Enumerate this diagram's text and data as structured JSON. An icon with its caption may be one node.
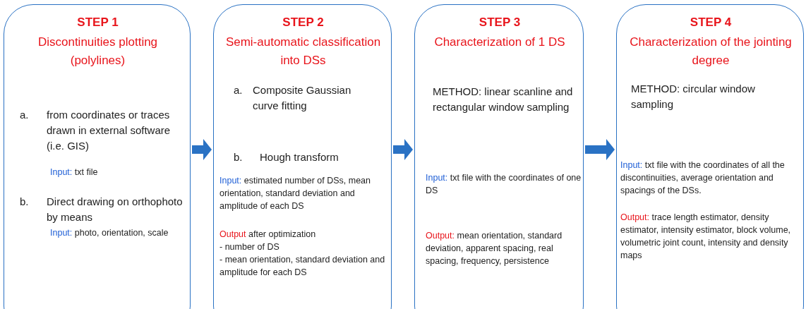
{
  "diagram": {
    "nodes": [
      {
        "text": [
          "STEP 1",
          "Discontinuities plotting (polylines)",
          "a.",
          "from coordinates or traces drawn in external software (i.e. GIS)",
          "Input: txt file",
          "b.",
          "Direct drawing on orthophoto by means",
          "Input: photo, orientation, scale"
        ]
      },
      {
        "text": [
          "STEP 2",
          "Semi-automatic classification into DSs",
          "a.",
          "Composite Gaussian curve fitting",
          "b.",
          "Hough transform",
          "Input: estimated number of DSs, mean orientation, standard deviation and amplitude of each DS",
          "Output after optimization",
          "- number of DS",
          "- mean orientation, standard deviation and amplitude for each DS"
        ]
      },
      {
        "text": [
          "STEP 3",
          "Characterization of 1 DS",
          "METHOD: linear scanline and rectangular window sampling",
          "Input: txt file with the coordinates of one DS",
          "Output: mean orientation, standard deviation, apparent spacing, real spacing, frequency, persistence"
        ]
      },
      {
        "text": [
          "STEP 4",
          "Characterization of the jointing degree",
          "METHOD: circular window sampling",
          "Input: txt file with the coordinates of all the discontinuities, average orientation and spacings of the DSs.",
          "Output: trace length estimator, density estimator, intensity estimator, block volume, volumetric joint count, intensity and density maps"
        ]
      }
    ],
    "edges": [
      {
        "from": 0,
        "to": 1,
        "arrow": "to"
      },
      {
        "from": 1,
        "to": 2,
        "arrow": "to"
      },
      {
        "from": 2,
        "to": 3,
        "arrow": "to"
      }
    ]
  }
}
